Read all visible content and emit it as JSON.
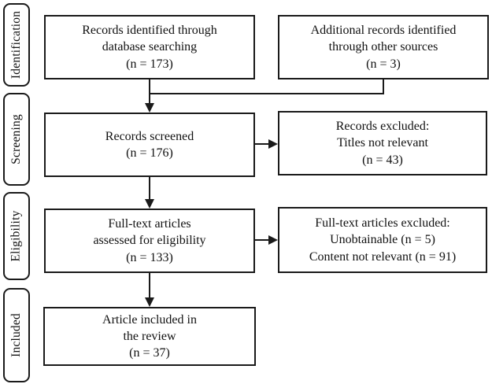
{
  "diagram": {
    "kind": "prisma-flow",
    "colors": {
      "line": "#1a1a1a",
      "background": "#ffffff",
      "text": "#111111"
    },
    "stages": [
      {
        "id": "identification",
        "label": "Identification"
      },
      {
        "id": "screening",
        "label": "Screening"
      },
      {
        "id": "eligibility",
        "label": "Eligibility"
      },
      {
        "id": "included",
        "label": "Included"
      }
    ],
    "boxes": {
      "records_identified": {
        "lines": [
          "Records identified through",
          "database searching",
          "(n = 173)"
        ]
      },
      "additional_records": {
        "lines": [
          "Additional records identified",
          "through other sources",
          "(n = 3)"
        ]
      },
      "records_screened": {
        "lines": [
          "Records screened",
          "(n = 176)"
        ]
      },
      "records_excluded": {
        "lines": [
          "Records excluded:",
          "Titles not relevant",
          "(n = 43)"
        ]
      },
      "fulltext_assessed": {
        "lines": [
          "Full-text articles",
          "assessed for eligibility",
          "(n = 133)"
        ]
      },
      "fulltext_excluded": {
        "lines": [
          "Full-text articles excluded:",
          "Unobtainable (n = 5)",
          "Content not relevant (n = 91)"
        ]
      },
      "article_included": {
        "lines": [
          "Article included in",
          "the review",
          "(n = 37)"
        ]
      }
    }
  }
}
